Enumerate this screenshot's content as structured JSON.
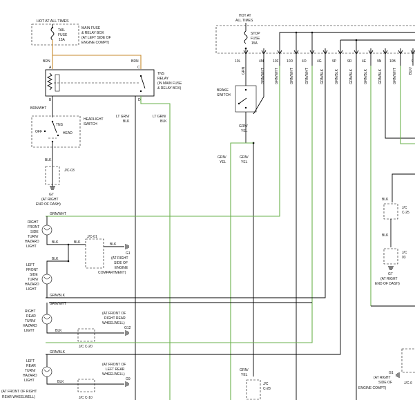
{
  "hot_all_times_left": "HOT AT ALL TIMES",
  "main_fuse_box": [
    "MAIN FUSE",
    "& RELAY BOX",
    "(AT LEFT SIDE OF",
    "ENGINE COMPT)"
  ],
  "tail_fuse": [
    "TAIL",
    "FUSE",
    "15A"
  ],
  "brn": "BRN",
  "tns_relay": [
    "TNS",
    "RELAY",
    "(IN MAIN FUSE",
    "& RELAY BOX)"
  ],
  "pin_a": "A",
  "pin_b": "B",
  "pin_c": "C",
  "pin_d": "D",
  "brn_wht": "BRN/WHT",
  "lt_grn_blk": [
    "LT GRN/",
    "BLK"
  ],
  "headlight_switch": [
    "HEADLIGHT",
    "SWITCH"
  ],
  "switch_tns": "TNS",
  "switch_off": "OFF",
  "switch_head": "HEAD",
  "blk": "BLK",
  "jc03": "J/C-03",
  "g7": [
    "G7",
    "(AT RIGHT",
    "END OF DASH)"
  ],
  "hot_at_all_times_mid": [
    "HOT AT",
    "ALL TIMES"
  ],
  "stop_fuse": [
    "STOP",
    "FUSE",
    "15A"
  ],
  "fuse_pins": [
    "10L",
    "4M",
    "10F",
    "10D",
    "4O",
    "4G",
    "9P",
    "9R",
    "4E",
    "9N",
    "10B",
    "9"
  ],
  "vertical_wires": [
    "GRN",
    "GRN/WHT",
    "GRN/WHT",
    "GRN/WHT",
    "GRN/WHT",
    "GRN/BLK",
    "GRN/BLK",
    "GRN/BLK",
    "GRN/BLK",
    "GRN/BLK",
    "GRN/WHT",
    "BLK/"
  ],
  "brake_switch": [
    "BRAKE",
    "SWITCH"
  ],
  "grn_yel": [
    "GRN/",
    "YEL"
  ],
  "grn_wht": "GRN/WHT",
  "grn_blk": "GRN/BLK",
  "right_front_lamp": [
    "RIGHT",
    "FRONT",
    "SIDE",
    "TURN/",
    "HAZARD",
    "LIGHT"
  ],
  "left_front_lamp": [
    "LEFT",
    "FRONT",
    "SIDE",
    "TURN/",
    "HAZARD",
    "LIGHT"
  ],
  "jc01": "J/C-01",
  "g1_right": [
    "G1",
    "(AT RIGHT",
    "SIDE OF",
    "ENGINE",
    "COMPARTMENT)"
  ],
  "right_rear_lamp": [
    "RIGHT",
    "REAR",
    "TURN/",
    "HAZARD",
    "LIGHT"
  ],
  "front_right_rear_wheelwell": [
    "(AT FRONT OF",
    "RIGHT REAR",
    "WHEELWELL)"
  ],
  "g12": "G12",
  "jc_c20": "J/C C-20",
  "left_rear_lamp": [
    "LEFT",
    "REAR",
    "TURN/",
    "HAZARD",
    "LIGHT"
  ],
  "front_left_rear_wheelwell": [
    "(AT FRONT OF",
    "LEFT REAR",
    "WHEELWELL)"
  ],
  "g9": "G9",
  "at_front_right_rear": [
    "(AT FRONT OF RIGHT",
    "REAR WHEELWELL)"
  ],
  "jc_c10": "J/C C-10",
  "jc_c28": [
    "J/C",
    "C-28"
  ],
  "jc_c25": [
    "J/C",
    "C-25"
  ],
  "jc_03b": [
    "J/C",
    "03"
  ],
  "g7_right": [
    "G7",
    "(AT RIGHT",
    "END OF DASH)"
  ],
  "g1_bottom": [
    "G1",
    "(AT RIGHT",
    "SIDE OF",
    "ENGINE COMPT)"
  ],
  "jc_0_partial": "J/C-0"
}
